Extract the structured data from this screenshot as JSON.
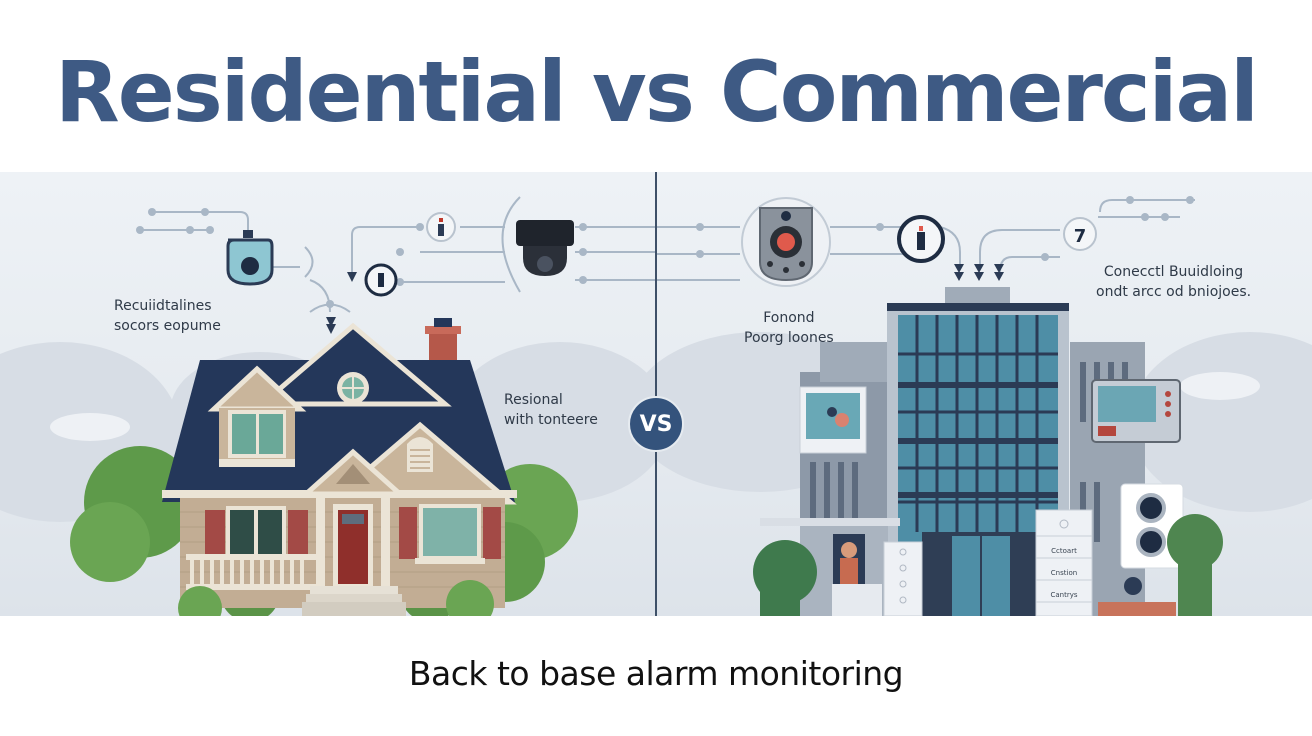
{
  "title": "Residential vs Commercial",
  "vs_label": "VS",
  "residential": {
    "caption_top": [
      "Recuiidtalines",
      "socors eopume"
    ],
    "caption_side": [
      "Resional",
      "with tonteere"
    ],
    "icons": [
      "indoor-camera-icon",
      "sensor-node-icon",
      "dome-camera-icon",
      "motion-sensor-icon"
    ]
  },
  "commercial": {
    "caption_left": [
      "Fonond",
      "Poorg loones"
    ],
    "caption_right": [
      "Conecctl Buuidloing",
      "ondt arcc od bniojoes."
    ],
    "panel_labels": [
      "Cctoart",
      "Cnstion",
      "Cantrys"
    ],
    "icons": [
      "siren-sensor-icon",
      "sensor-node-icon",
      "info-sensor-icon"
    ]
  },
  "footer": "Back to base alarm monitoring",
  "colors": {
    "title": "#3e5a84",
    "badge": "#34537c",
    "roof": "#24375a",
    "glass": "#4e8ea6",
    "brick": "#b5584a"
  }
}
